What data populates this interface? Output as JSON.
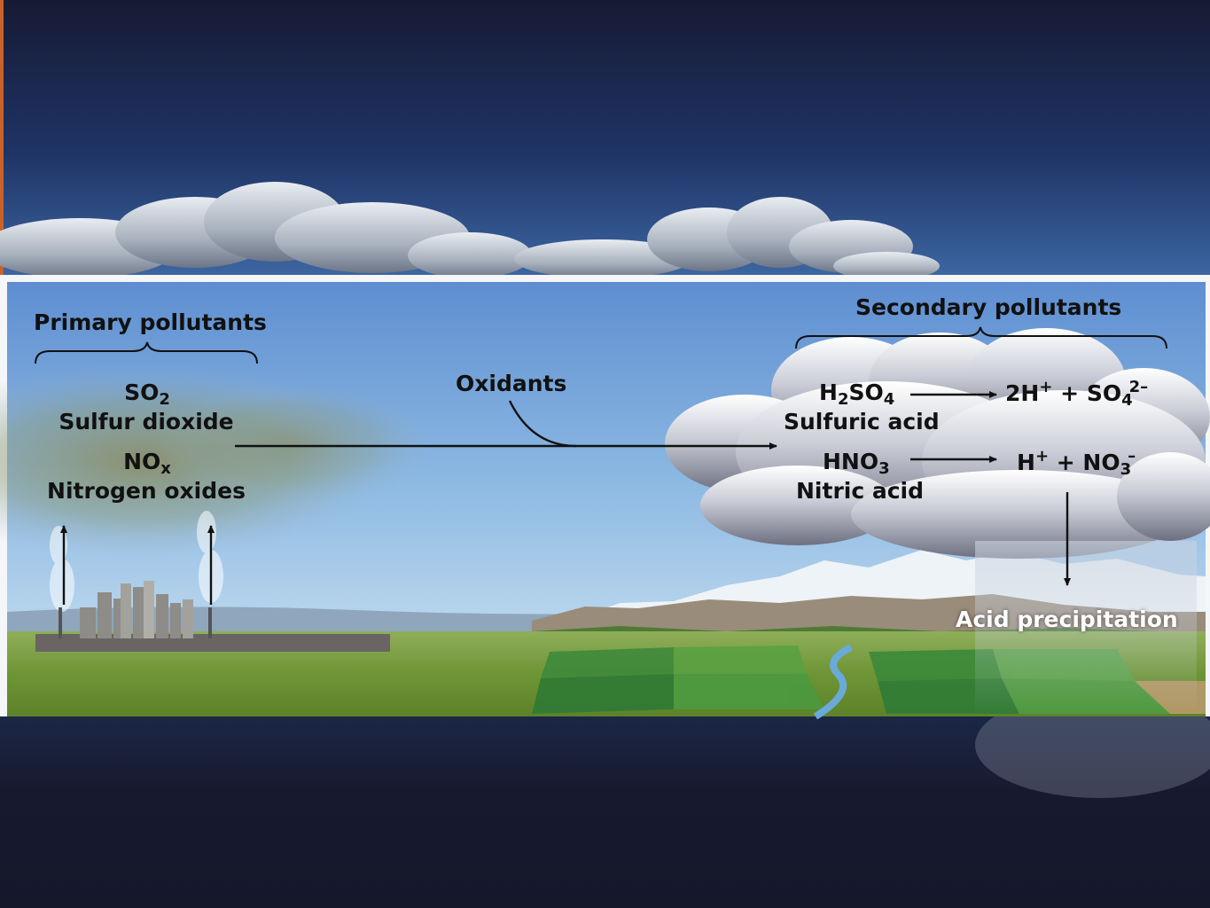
{
  "diagram": {
    "primary_header": "Primary pollutants",
    "so2": {
      "base": "SO",
      "sub": "2"
    },
    "sulfur_dioxide": "Sulfur dioxide",
    "nox": {
      "base": "NO",
      "sub": "x"
    },
    "nitrogen_oxides": "Nitrogen oxides",
    "oxidants": "Oxidants",
    "secondary_header": "Secondary pollutants",
    "h2so4": {
      "h": "H",
      "sub2": "2",
      "so": "SO",
      "sub4": "4"
    },
    "sulfuric_acid": "Sulfuric acid",
    "hno3": {
      "hno": "HNO",
      "sub3": "3"
    },
    "nitric_acid": "Nitric acid",
    "product1": {
      "coef": "2H",
      "sup": "+",
      "plus": "+",
      "so": "SO",
      "sub": "4",
      "sup2": "2–"
    },
    "product2": {
      "h": "H",
      "sup": "+",
      "plus": "+",
      "no": "NO",
      "sub": "3",
      "sup2": "–"
    },
    "acid_precipitation": "Acid precipitation"
  },
  "colors": {
    "background_dark": "#16192f",
    "sky_top": "#5f8fd2",
    "sky_horizon": "#d8e9f5",
    "field_green": "#6f9a35",
    "label_text": "#111111",
    "accent_border": "#c8622a"
  }
}
